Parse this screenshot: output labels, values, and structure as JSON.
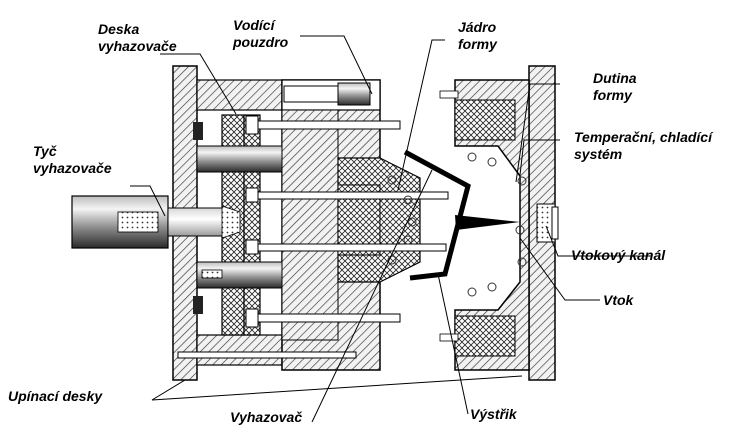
{
  "labels": {
    "deska": "Deska\nvyhazovače",
    "vodici": "Vodící\npouzdro",
    "jadro": "Jádro\nformy",
    "dutina": "Dutina\nformy",
    "temperacni": "Temperační, chladící\nsystém",
    "tyc": "Tyč\nvyhazovače",
    "vtokovy": "Vtokový kanál",
    "vtok": "Vtok",
    "upinaci": "Upínací desky",
    "vyhazovac": "Vyhazovač",
    "vystrik": "Výstřik"
  },
  "colors": {
    "stroke": "#000000",
    "metal": "#d9d9d9",
    "dark": "#1a1a1a",
    "white": "#ffffff"
  }
}
